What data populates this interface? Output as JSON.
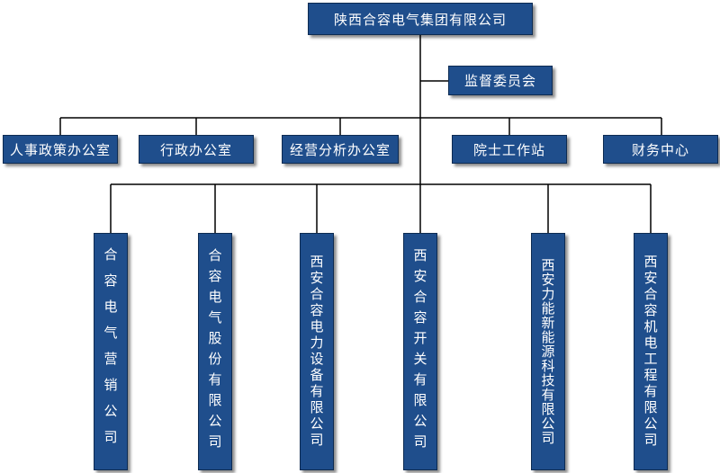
{
  "org": {
    "root": "陕西合容电气集团有限公司",
    "committee": "监督委员会",
    "departments": [
      "人事政策办公室",
      "行政办公室",
      "经营分析办公室",
      "院士工作站",
      "财务中心"
    ],
    "subsidiaries": [
      "合容电气营销公司",
      "合容电气股份有限公司",
      "西安合容电力设备有限公司",
      "西安合容开关有限公司",
      "西安力能新能源科技有限公司",
      "西安合容机电工程有限公司"
    ]
  },
  "colors": {
    "box_fill": "#1f4e8c",
    "box_text": "#ffffff",
    "connector": "#000000"
  }
}
